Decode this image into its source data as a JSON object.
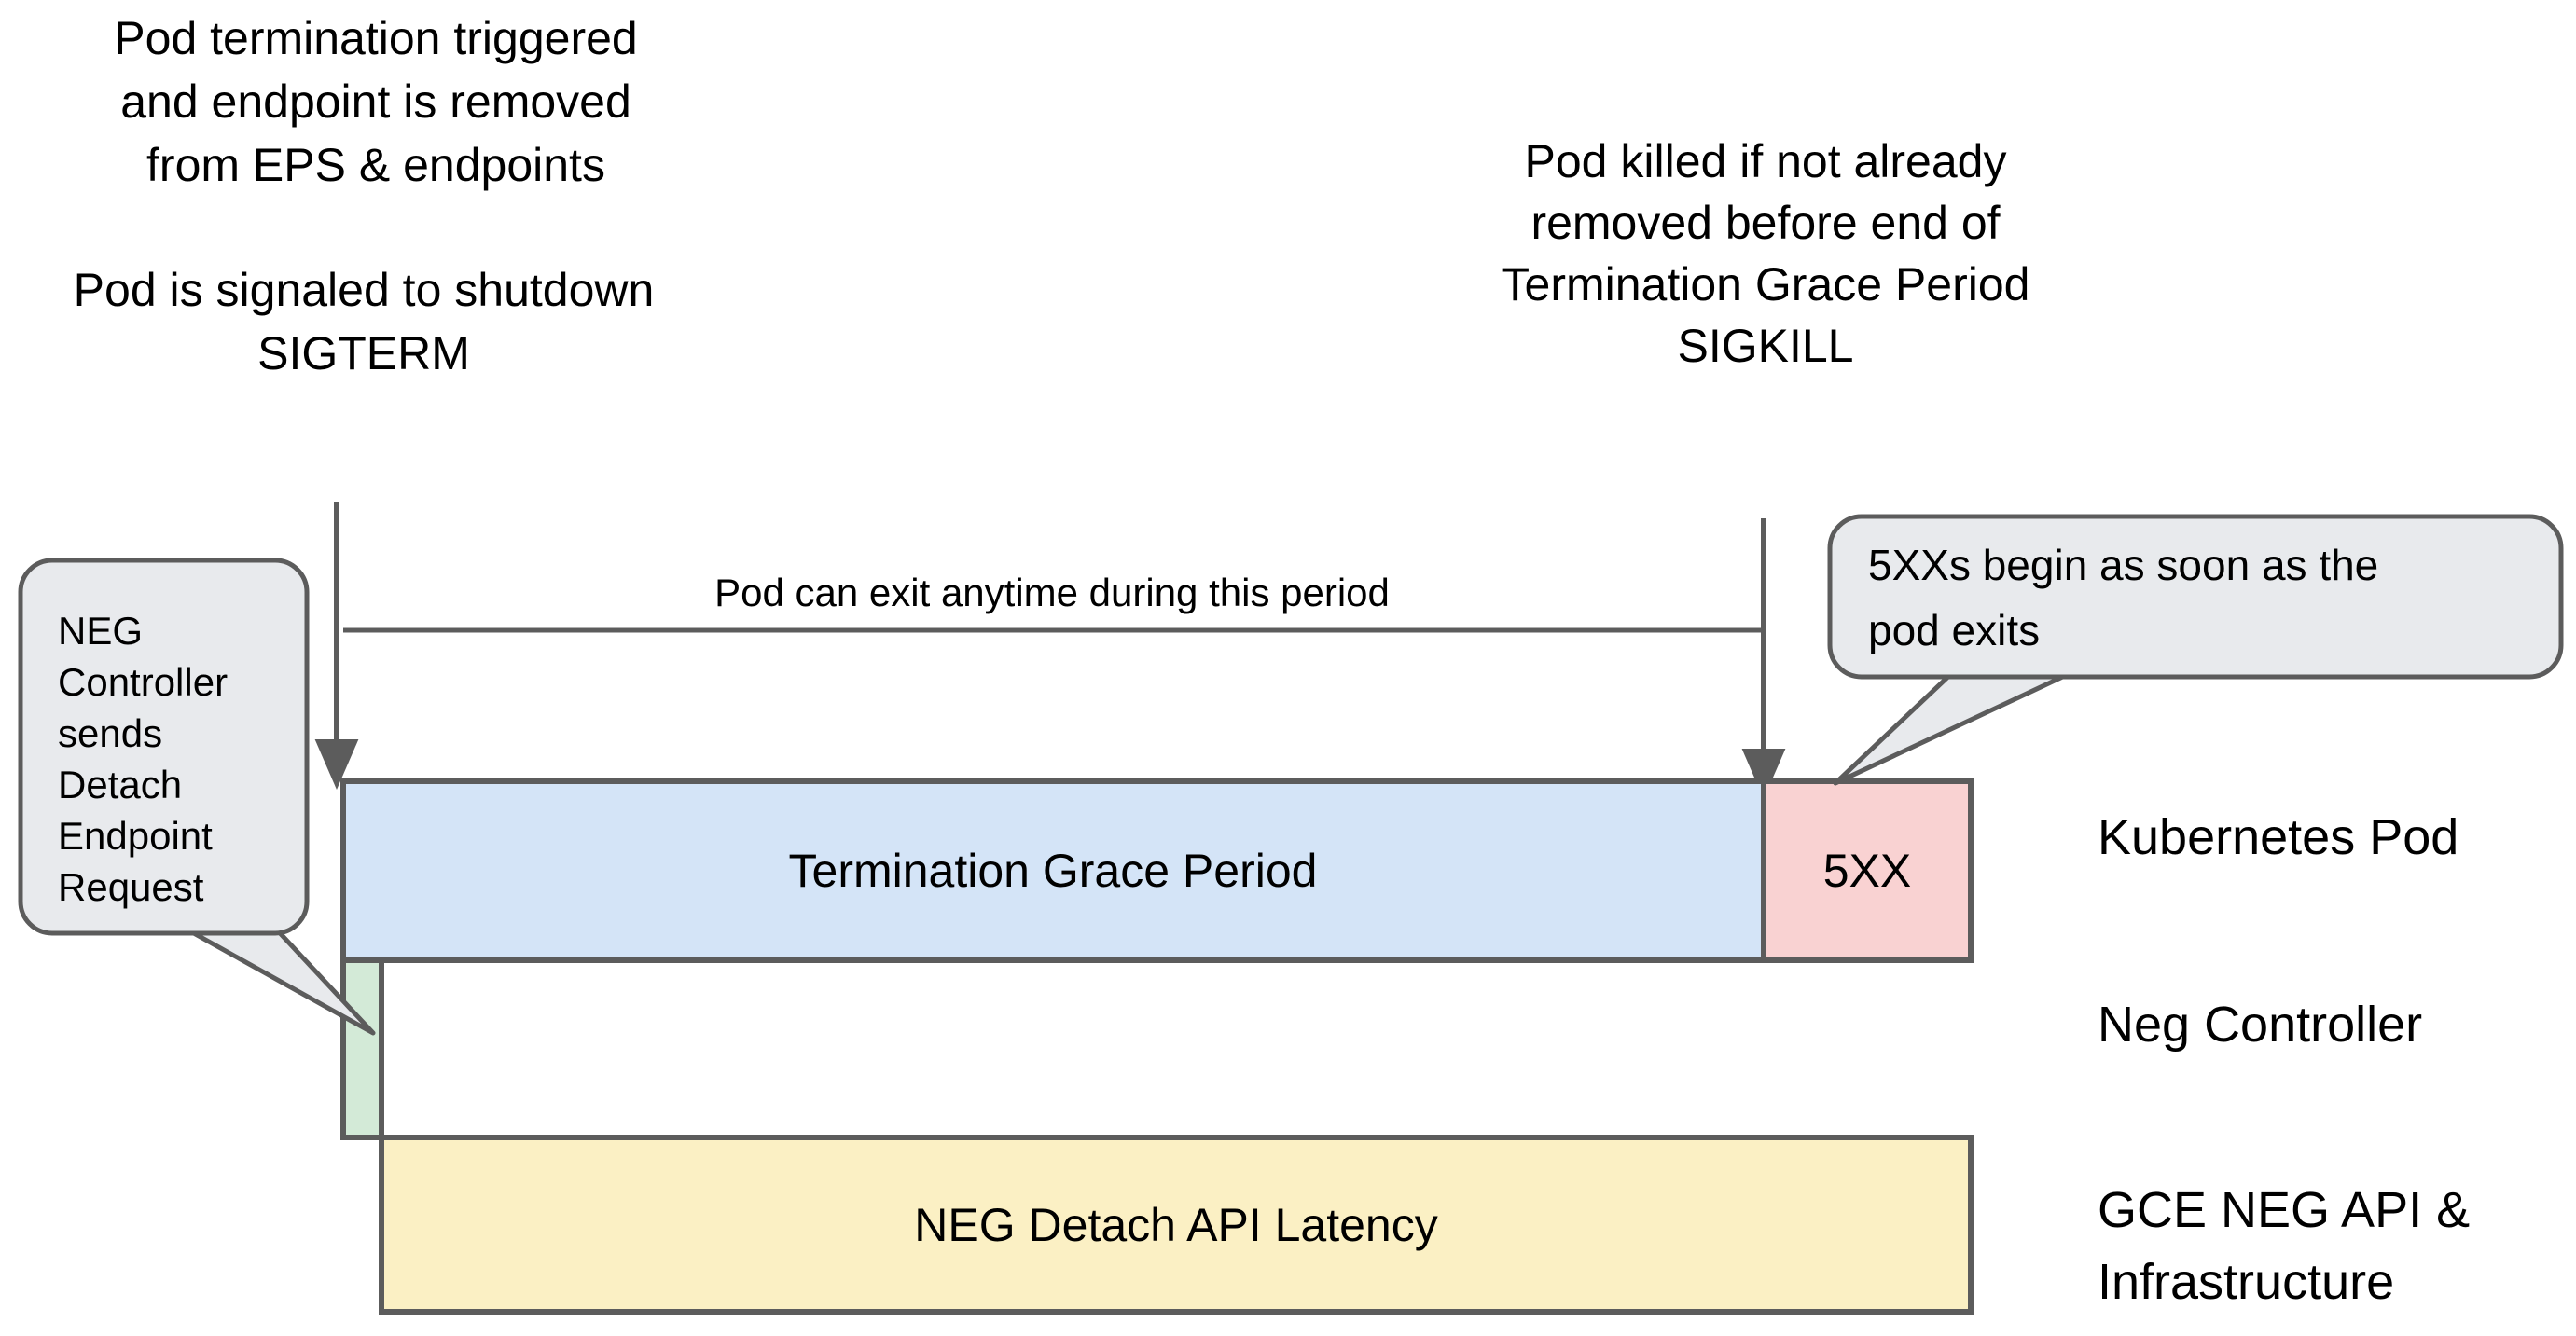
{
  "diagram": {
    "title": "Kubernetes Pod termination and NEG detach timeline",
    "background": "#ffffff",
    "stroke_color": "#5c5c5c",
    "text_color": "#000000"
  },
  "notes": {
    "left": {
      "block_a": [
        "Pod termination triggered",
        "and endpoint is removed",
        "from EPS & endpoints"
      ],
      "block_b": [
        "Pod is signaled to shutdown",
        "SIGTERM"
      ]
    },
    "right": {
      "block_a": [
        "Pod killed if not already",
        "removed before end of",
        "Termination Grace Period",
        "SIGKILL"
      ]
    }
  },
  "span": {
    "label": "Pod can exit anytime during this period"
  },
  "callouts": [
    {
      "id": "neg-controller-callout",
      "lines": [
        "NEG",
        "Controller",
        "sends",
        "Detach",
        "Endpoint",
        "Request"
      ],
      "fill": "#e8eaed",
      "stroke": "#5c5c5c"
    },
    {
      "id": "five-xx-callout",
      "lines": [
        "5XXs begin as soon as the",
        "pod exits"
      ],
      "fill": "#e8eaed",
      "stroke": "#5c5c5c"
    }
  ],
  "bars": [
    {
      "id": "termination-grace-period-bar",
      "label": "Termination Grace Period",
      "fill": "#d4e4f7",
      "stroke": "#5c5c5c",
      "lane": "Kubernetes Pod"
    },
    {
      "id": "five-xx-bar",
      "label": "5XX",
      "fill": "#f9d2d2",
      "stroke": "#5c5c5c",
      "lane": "Kubernetes Pod"
    },
    {
      "id": "neg-controller-bar",
      "label": "",
      "fill": "#d3ead7",
      "stroke": "#5c5c5c",
      "lane": "Neg Controller"
    },
    {
      "id": "neg-detach-api-latency-bar",
      "label": "NEG Detach API Latency",
      "fill": "#fbf0c4",
      "stroke": "#5c5c5c",
      "lane": "GCE NEG API & Infrastructure"
    }
  ],
  "lanes": [
    {
      "id": "lane-kubernetes-pod",
      "lines": [
        "Kubernetes Pod"
      ]
    },
    {
      "id": "lane-neg-controller",
      "lines": [
        "Neg Controller"
      ]
    },
    {
      "id": "lane-gce-neg-api",
      "lines": [
        "GCE NEG API &",
        "Infrastructure"
      ]
    }
  ],
  "arrows": [
    {
      "id": "sigterm-arrow",
      "name": "pod-termination-arrow"
    },
    {
      "id": "sigkill-arrow",
      "name": "pod-kill-arrow"
    }
  ]
}
